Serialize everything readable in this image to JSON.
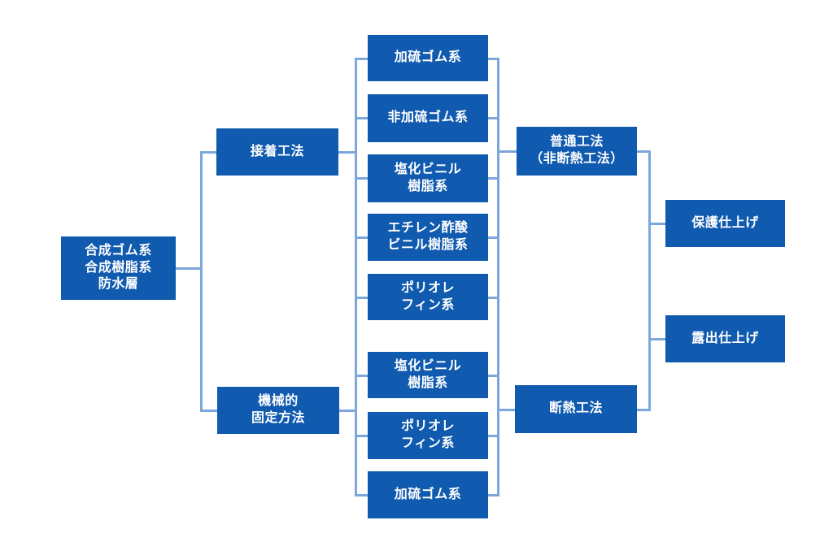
{
  "diagram": {
    "colors": {
      "background": "#ffffff",
      "node_fill": "#105aaf",
      "node_text": "#ffffff",
      "connector": "#7ca6dc"
    },
    "nodes": {
      "root": {
        "label": "合成ゴム系\n合成樹脂系\n防水層"
      },
      "adhesion": {
        "label": "接着工法"
      },
      "mechanical": {
        "label": "機械的\n固定方法"
      },
      "mat1": {
        "label": "加硫ゴム系"
      },
      "mat2": {
        "label": "非加硫ゴム系"
      },
      "mat3": {
        "label": "塩化ビニル\n樹脂系"
      },
      "mat4": {
        "label": "エチレン酢酸\nビニル樹脂系"
      },
      "mat5": {
        "label": "ポリオレ\nフィン系"
      },
      "mat6": {
        "label": "塩化ビニル\n樹脂系"
      },
      "mat7": {
        "label": "ポリオレ\nフィン系"
      },
      "mat8": {
        "label": "加硫ゴム系"
      },
      "normal": {
        "label": "普通工法\n（非断熱工法）"
      },
      "insulated": {
        "label": "断熱工法"
      },
      "protected_finish": {
        "label": "保護仕上げ"
      },
      "exposed_finish": {
        "label": "露出仕上げ"
      }
    },
    "edges": [
      [
        "root",
        "adhesion"
      ],
      [
        "root",
        "mechanical"
      ],
      [
        "adhesion",
        "mat1"
      ],
      [
        "adhesion",
        "mat2"
      ],
      [
        "adhesion",
        "mat3"
      ],
      [
        "adhesion",
        "mat4"
      ],
      [
        "adhesion",
        "mat5"
      ],
      [
        "mechanical",
        "mat6"
      ],
      [
        "mechanical",
        "mat7"
      ],
      [
        "mechanical",
        "mat8"
      ],
      [
        "mat1",
        "normal"
      ],
      [
        "mat2",
        "normal"
      ],
      [
        "mat3",
        "normal"
      ],
      [
        "mat4",
        "normal"
      ],
      [
        "mat5",
        "normal"
      ],
      [
        "mat6",
        "insulated"
      ],
      [
        "mat7",
        "insulated"
      ],
      [
        "mat8",
        "insulated"
      ],
      [
        "normal",
        "protected_finish"
      ],
      [
        "normal",
        "exposed_finish"
      ],
      [
        "insulated",
        "protected_finish"
      ],
      [
        "insulated",
        "exposed_finish"
      ]
    ]
  }
}
